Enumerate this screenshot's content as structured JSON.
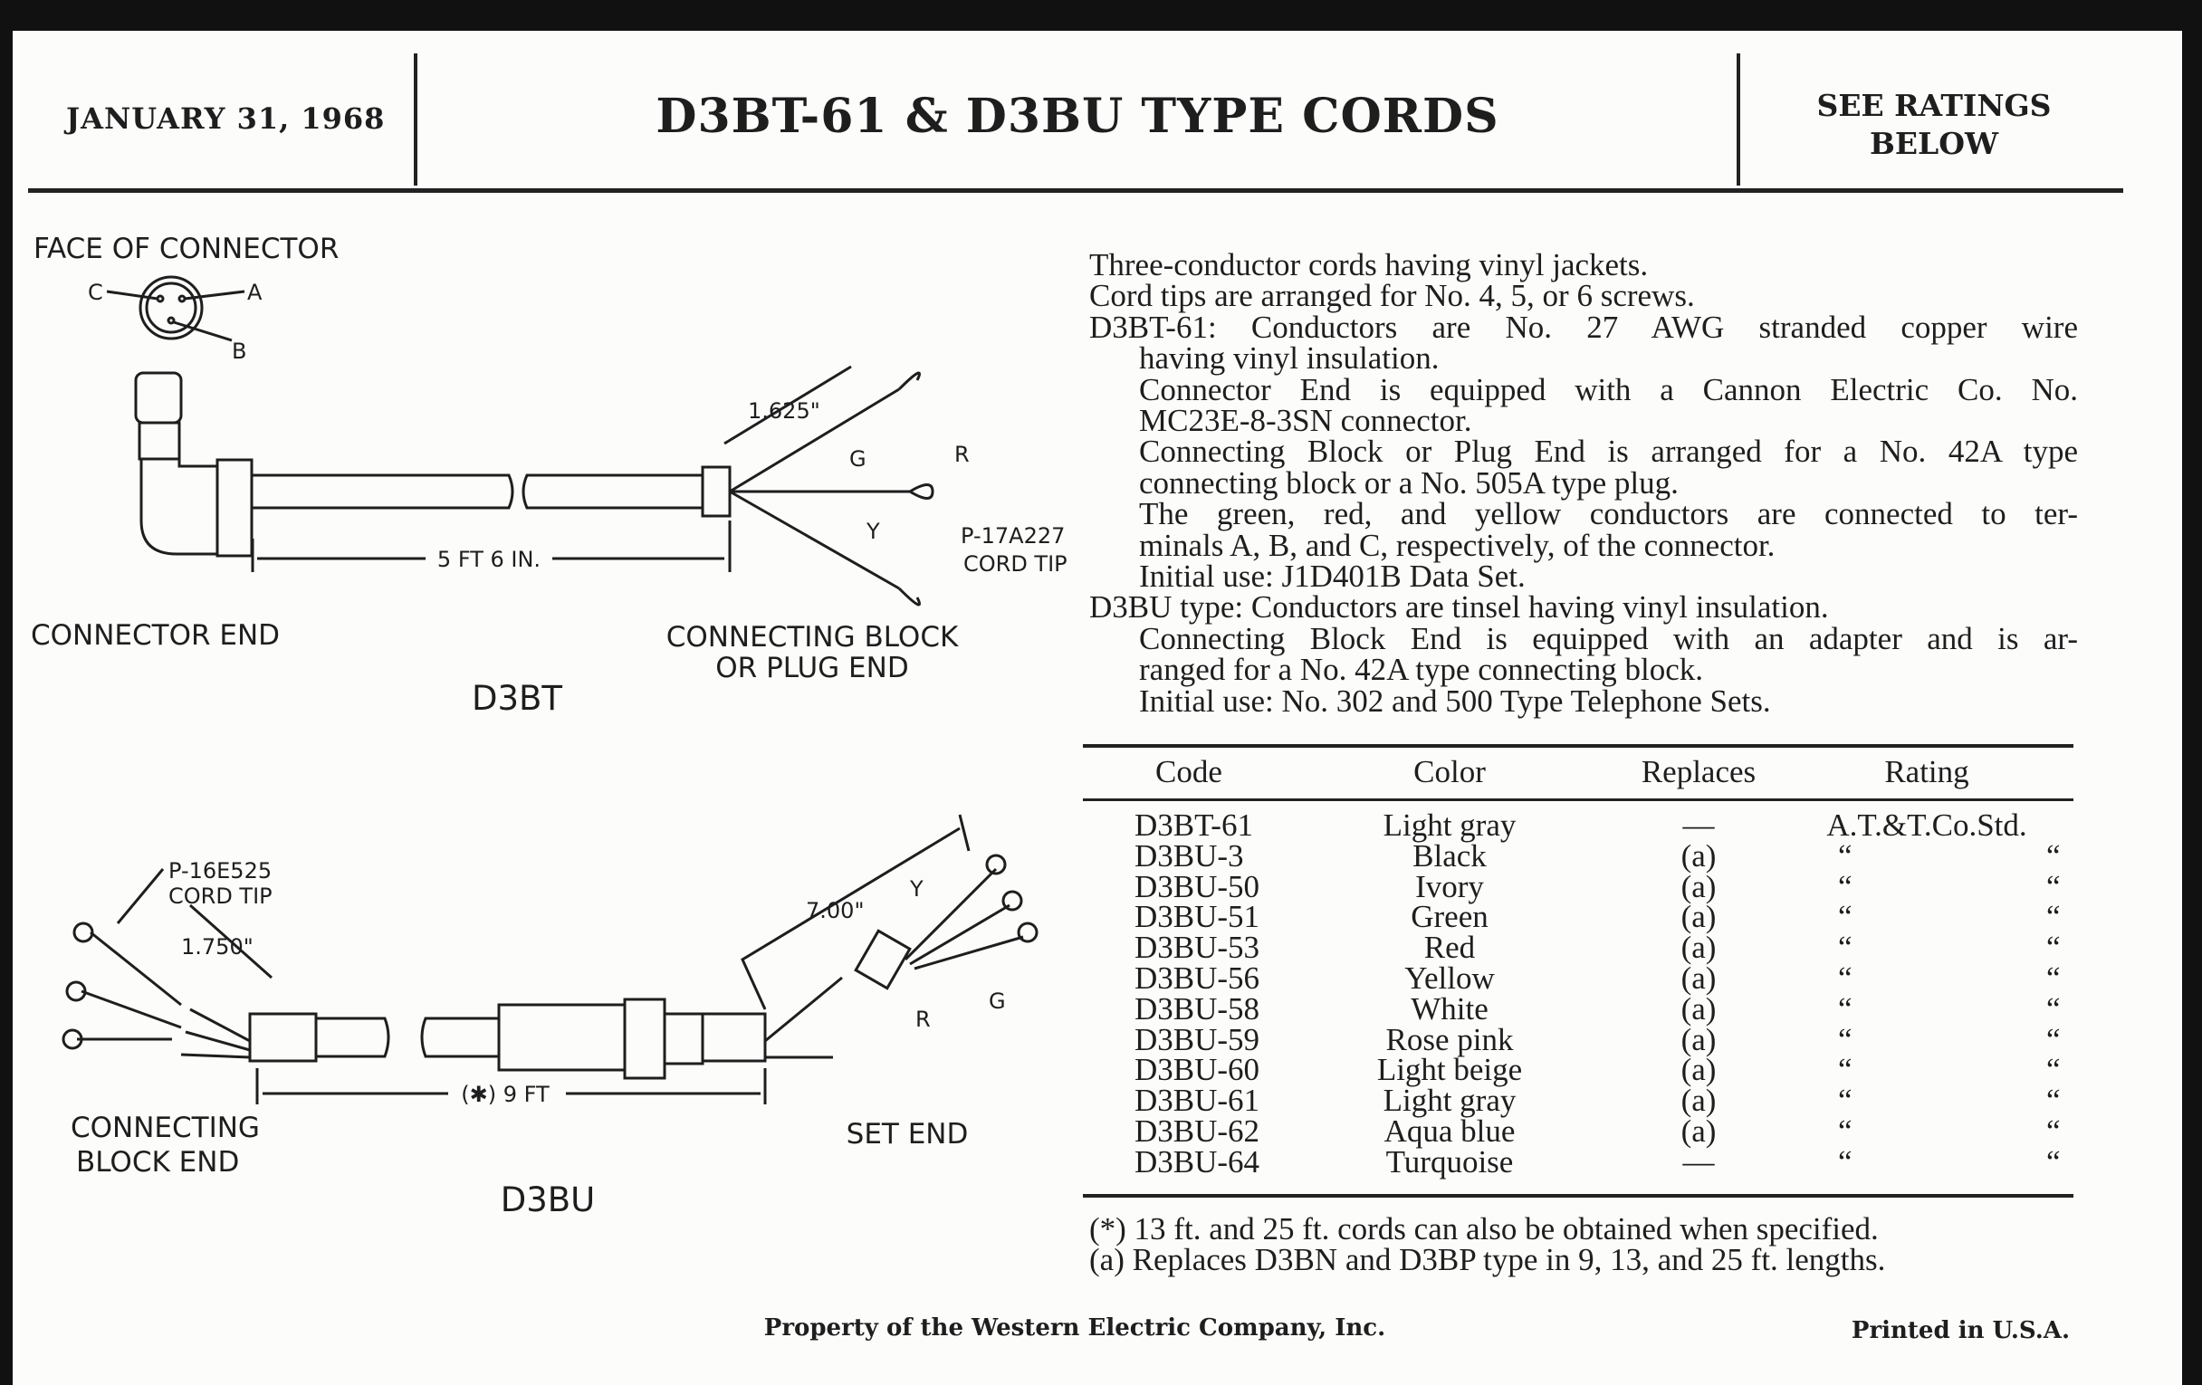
{
  "header": {
    "date": "JANUARY 31, 1968",
    "title": "D3BT-61 & D3BU TYPE CORDS",
    "ratings_note_line1": "SEE RATINGS",
    "ratings_note_line2": "BELOW"
  },
  "diagrams": {
    "d3bt": {
      "face_label": "FACE OF CONNECTOR",
      "pin_a": "A",
      "pin_b": "B",
      "pin_c": "C",
      "lead_length": "1.625\"",
      "wire_r": "R",
      "wire_g": "G",
      "wire_y": "Y",
      "tip_part": "P-17A227",
      "tip_label": "CORD TIP",
      "cord_length": "5 FT 6 IN.",
      "left_end": "CONNECTOR END",
      "right_end_line1": "CONNECTING BLOCK",
      "right_end_line2": "OR PLUG END",
      "caption": "D3BT"
    },
    "d3bu": {
      "tip_part": "P-16E525",
      "tip_label": "CORD TIP",
      "left_lead_length": "1.750\"",
      "right_lead_length": "7.00\"",
      "wire_y": "Y",
      "wire_r": "R",
      "wire_g": "G",
      "cord_length": "(✱) 9 FT",
      "left_end_line1": "CONNECTING",
      "left_end_line2": "BLOCK END",
      "right_end": "SET END",
      "caption": "D3BU"
    }
  },
  "description": {
    "lines": [
      "Three-conductor cords having vinyl jackets.",
      "Cord tips are arranged for No. 4, 5, or 6 screws.",
      "D3BT-61:  Conductors are No. 27 AWG stranded copper wire",
      "having vinyl insulation.",
      "Connector End is equipped with a Cannon Electric Co. No.",
      "MC23E-8-3SN connector.",
      "Connecting Block or Plug End is arranged for a No. 42A type",
      "connecting block or a No. 505A type plug.",
      "The green, red, and yellow conductors are connected to ter-",
      "minals A, B, and C, respectively, of the connector.",
      "Initial use: J1D401B Data Set.",
      "D3BU type:  Conductors are tinsel having vinyl insulation.",
      "Connecting Block End is equipped with an adapter and is ar-",
      "ranged for a No. 42A type connecting block.",
      "Initial use: No. 302 and 500 Type Telephone Sets."
    ]
  },
  "table": {
    "headers": [
      "Code",
      "Color",
      "Replaces",
      "Rating"
    ],
    "ditto": "“",
    "rows": [
      {
        "code": "D3BT-61",
        "color": "Light gray",
        "replaces": "—",
        "rating": "A.T.&T.Co.Std."
      },
      {
        "code": "D3BU-3",
        "color": "Black",
        "replaces": "(a)",
        "rating": "ditto"
      },
      {
        "code": "D3BU-50",
        "color": "Ivory",
        "replaces": "(a)",
        "rating": "ditto"
      },
      {
        "code": "D3BU-51",
        "color": "Green",
        "replaces": "(a)",
        "rating": "ditto"
      },
      {
        "code": "D3BU-53",
        "color": "Red",
        "replaces": "(a)",
        "rating": "ditto"
      },
      {
        "code": "D3BU-56",
        "color": "Yellow",
        "replaces": "(a)",
        "rating": "ditto"
      },
      {
        "code": "D3BU-58",
        "color": "White",
        "replaces": "(a)",
        "rating": "ditto"
      },
      {
        "code": "D3BU-59",
        "color": "Rose  pink",
        "replaces": "(a)",
        "rating": "ditto"
      },
      {
        "code": "D3BU-60",
        "color": "Light beige",
        "replaces": "(a)",
        "rating": "ditto"
      },
      {
        "code": "D3BU-61",
        "color": "Light gray",
        "replaces": "(a)",
        "rating": "ditto"
      },
      {
        "code": "D3BU-62",
        "color": "Aqua  blue",
        "replaces": "(a)",
        "rating": "ditto"
      },
      {
        "code": "D3BU-64",
        "color": "Turquoise",
        "replaces": "—",
        "rating": "ditto"
      }
    ]
  },
  "footnotes": [
    "(*)  13 ft. and 25 ft. cords can also be obtained when specified.",
    "(a)  Replaces D3BN and D3BP type in 9, 13, and 25 ft. lengths."
  ],
  "footer": {
    "property": "Property of the Western Electric Company, Inc.",
    "printed": "Printed in U.S.A."
  }
}
